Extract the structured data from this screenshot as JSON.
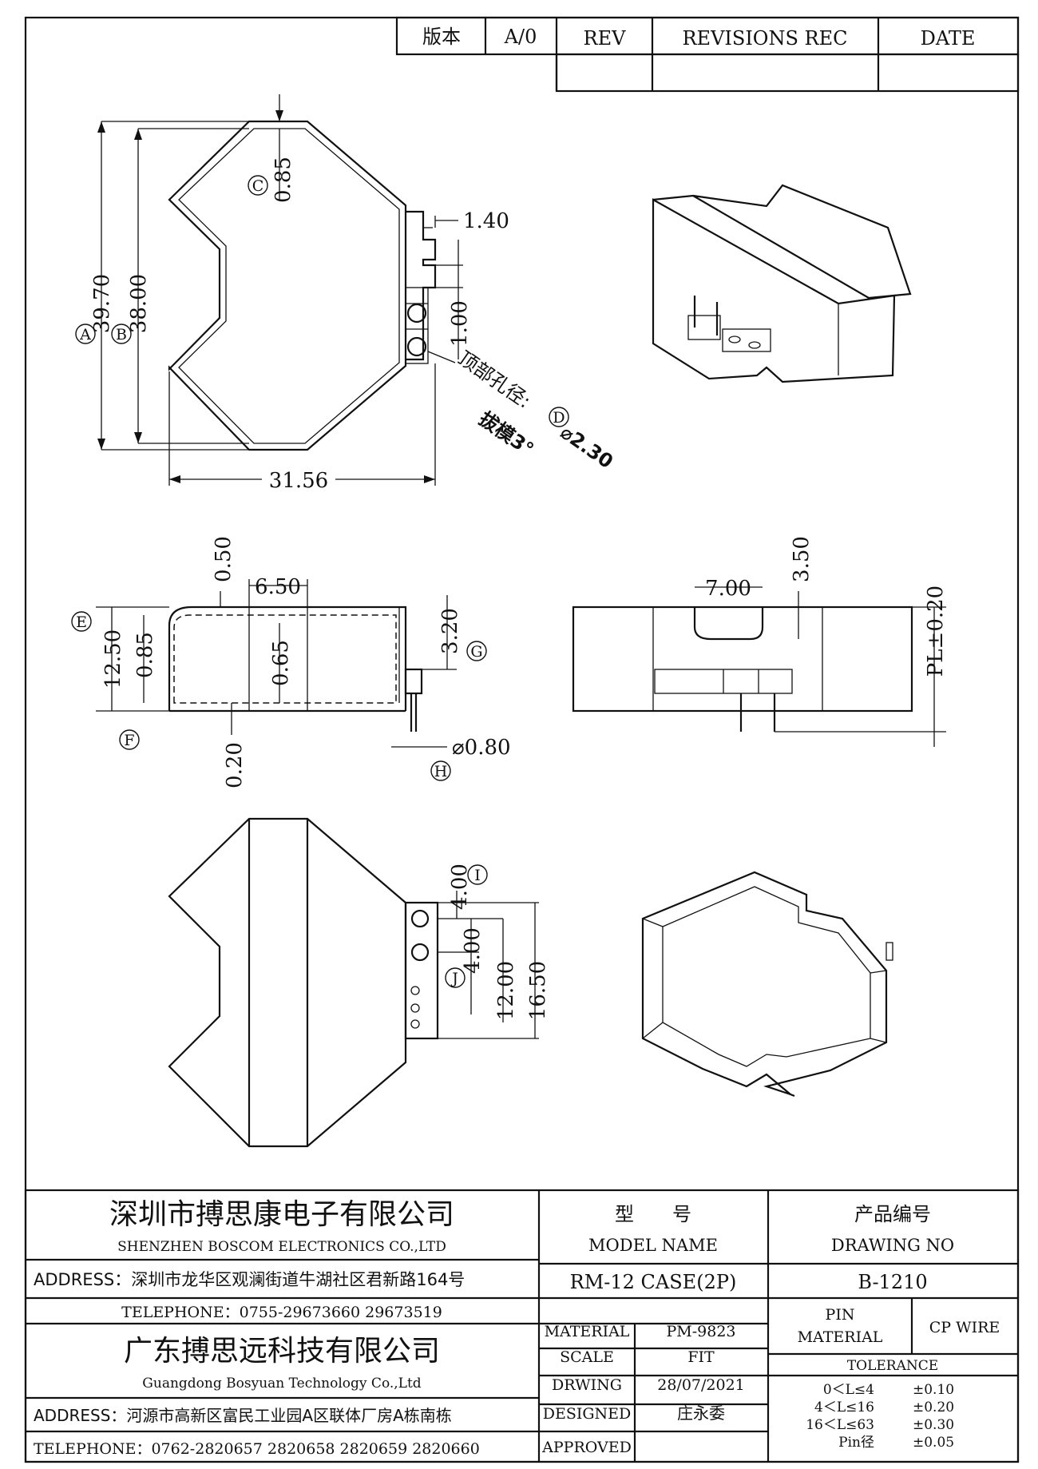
{
  "revision_block": {
    "version_label": "版本",
    "version_value": "A/0",
    "rev_header": "REV",
    "revisions_header": "REVISIONS REC",
    "date_header": "DATE"
  },
  "top_view": {
    "dim_height_outer": "39.70",
    "dim_height_inner": "38.00",
    "dim_width": "31.56",
    "dim_wall": "0.85",
    "dim_pin_offset": "1.40",
    "dim_pin_gap": "1.00",
    "note_hole": "顶部孔径:",
    "note_draft": "拔模3°",
    "note_diameter": "⌀2.30",
    "labels": [
      "A",
      "B",
      "C",
      "D"
    ]
  },
  "side_view": {
    "dim_width": "6.50",
    "dim_top": "0.50",
    "dim_height": "12.50",
    "dim_wall": "0.85",
    "dim_inner_wall": "0.65",
    "dim_bottom": "0.20",
    "dim_pin_len": "3.20",
    "dim_pin_dia": "⌀0.80",
    "labels": [
      "E",
      "F",
      "G",
      "H"
    ]
  },
  "front_view": {
    "dim_slot": "7.00",
    "dim_depth": "3.50",
    "dim_pl": "PL±0.20"
  },
  "bottom_view": {
    "dim_pitch_a": "4.00",
    "dim_pitch_b": "4.00",
    "dim_span_a": "12.00",
    "dim_span_b": "16.50",
    "labels": [
      "I",
      "J"
    ]
  },
  "title_block": {
    "company_cn_1": "深圳市搏思康电子有限公司",
    "company_en_1": "SHENZHEN BOSCOM ELECTRONICS CO.,LTD",
    "address_1": "ADDRESS：深圳市龙华区观澜街道牛湖社区君新路164号",
    "telephone_1": "TELEPHONE：0755-29673660 29673519",
    "company_cn_2": "广东搏思远科技有限公司",
    "company_en_2": "Guangdong Bosyuan Technology Co.,Ltd",
    "address_2": "ADDRESS：河源市高新区富民工业园A区联体厂房A栋南栋",
    "telephone_2": "TELEPHONE：0762-2820657 2820658 2820659 2820660",
    "model_cn": "型　　号",
    "model_en": "MODEL NAME",
    "drawing_cn": "产品编号",
    "drawing_en": "DRAWING NO",
    "model_value": "RM-12 CASE(2P)",
    "drawing_value": "B-1210",
    "material_label": "MATERIAL",
    "material_value": "PM-9823",
    "pin_material_label_1": "PIN",
    "pin_material_label_2": "MATERIAL",
    "pin_material_value": "CP WIRE",
    "scale_label": "SCALE",
    "scale_value": "FIT",
    "drawing_label": "DRWING",
    "drawing_date": "28/07/2021",
    "designed_label": "DESIGNED",
    "designed_value": "庄永委",
    "approved_label": "APPROVED",
    "approved_value": "",
    "tolerance_header": "TOLERANCE",
    "tolerance_rows": [
      {
        "range": "0＜L≤4",
        "value": "±0.10"
      },
      {
        "range": "4＜L≤16",
        "value": "±0.20"
      },
      {
        "range": "16＜L≤63",
        "value": "±0.30"
      },
      {
        "range": "Pin径",
        "value": "±0.05"
      }
    ]
  }
}
